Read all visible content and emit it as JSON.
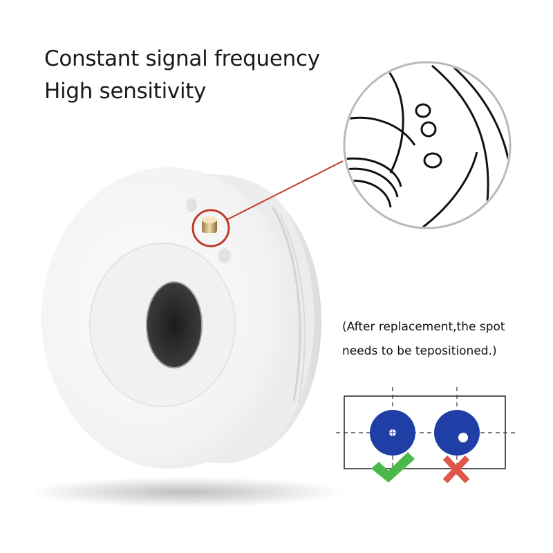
{
  "headline": {
    "line1": "Constant signal frequency",
    "line2": "High sensitivity"
  },
  "note": {
    "line1": "(After replacement,the spot",
    "line2": "needs to be tepositioned.)"
  },
  "diagram": {
    "correct_mark": "check-icon",
    "incorrect_mark": "cross-icon"
  },
  "colors": {
    "callout_red": "#c0392b",
    "spot_blue": "#1f3fa6",
    "check_green": "#4bb84a",
    "cross_red": "#e0574a",
    "ceramic_white": "#f4f4f4"
  }
}
